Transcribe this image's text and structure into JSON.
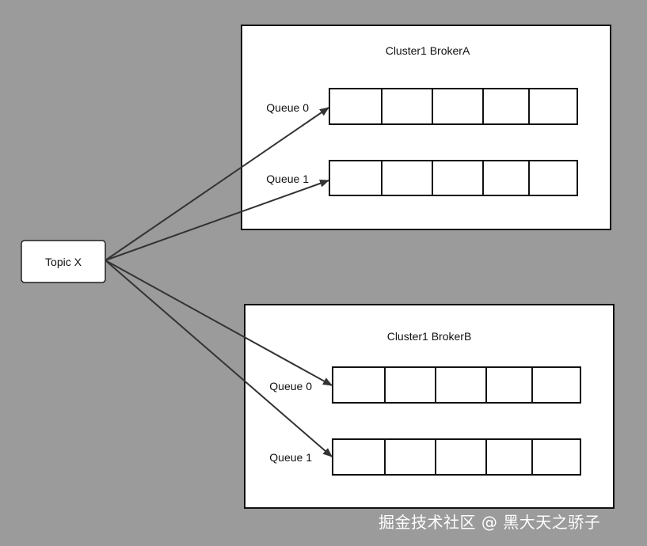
{
  "topic": {
    "label": "Topic X"
  },
  "brokers": [
    {
      "title": "Cluster1 BrokerA",
      "queues": [
        {
          "label": "Queue 0",
          "cells": 5
        },
        {
          "label": "Queue 1",
          "cells": 5
        }
      ]
    },
    {
      "title": "Cluster1 BrokerB",
      "queues": [
        {
          "label": "Queue 0",
          "cells": 5
        },
        {
          "label": "Queue 1",
          "cells": 5
        }
      ]
    }
  ],
  "watermark": "掘金技术社区 @ 黑大天之骄子",
  "colors": {
    "background": "#9b9b9b",
    "box_fill": "#ffffff",
    "stroke": "#111111",
    "arrow": "#333333"
  }
}
